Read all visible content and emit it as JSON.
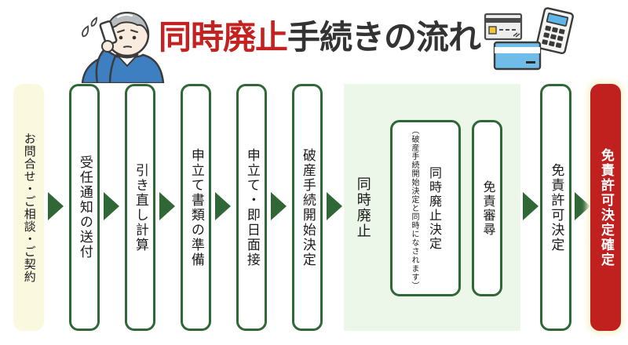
{
  "title": {
    "highlight": "同時廃止",
    "rest": "手続きの流れ"
  },
  "flow": {
    "steps": [
      {
        "label": "お問合せ・ご相談・ご契約"
      },
      {
        "label": "受任通知の送付"
      },
      {
        "label": "引き直し計算"
      },
      {
        "label": "申立て書類の準備"
      },
      {
        "label": "申立て・即日面接"
      },
      {
        "label": "破産手続開始決定"
      },
      {
        "label": "免責許可決定"
      },
      {
        "label": "免責許可決定確定"
      }
    ],
    "group": {
      "label": "同時廃止",
      "decision": {
        "label": "同時廃止決定",
        "note": "（破産手続開始決定と同時になされます）"
      },
      "hearing": {
        "label": "免責審尋"
      }
    }
  },
  "icons": {
    "illustration": "worried-man-on-phone",
    "top_right": [
      "credit-card-back-icon",
      "calculator-icon",
      "credit-card-icon"
    ]
  },
  "colors": {
    "accent_green": "#2f6737",
    "panel_green": "#ecf6e9",
    "cream": "#fbf8e0",
    "final_red": "#c0211e",
    "title_red": "#c42220"
  }
}
